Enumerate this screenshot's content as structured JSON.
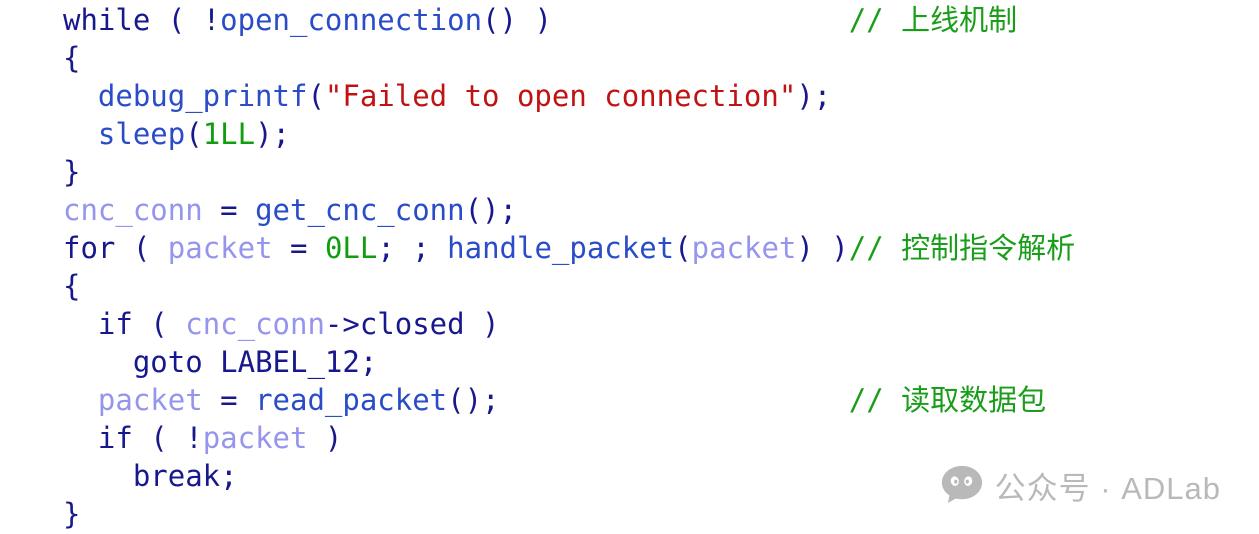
{
  "app": {
    "background": "#ffffff"
  },
  "code": {
    "language": "c-pseudocode",
    "token_colors": {
      "kw": "#18188e",
      "pl": "#18188e",
      "fn": "#2a4cc8",
      "var": "#9595ee",
      "num": "#109e10",
      "str": "#c01212",
      "cm": "#1a9e1a"
    },
    "lines": [
      {
        "tokens": [
          [
            "kw",
            "while"
          ],
          [
            "pl",
            " ( !"
          ],
          [
            "fn",
            "open_connection"
          ],
          [
            "pl",
            "() )"
          ],
          [
            "pl",
            "                 "
          ],
          [
            "cm",
            "// 上线机制"
          ]
        ]
      },
      {
        "tokens": [
          [
            "pl",
            "{"
          ]
        ]
      },
      {
        "tokens": [
          [
            "pl",
            "  "
          ],
          [
            "fn",
            "debug_printf"
          ],
          [
            "pl",
            "("
          ],
          [
            "str",
            "\"Failed to open connection\""
          ],
          [
            "pl",
            ");"
          ]
        ]
      },
      {
        "tokens": [
          [
            "pl",
            "  "
          ],
          [
            "fn",
            "sleep"
          ],
          [
            "pl",
            "("
          ],
          [
            "num",
            "1LL"
          ],
          [
            "pl",
            ");"
          ]
        ]
      },
      {
        "tokens": [
          [
            "pl",
            "}"
          ]
        ]
      },
      {
        "tokens": [
          [
            "var",
            "cnc_conn"
          ],
          [
            "pl",
            " = "
          ],
          [
            "fn",
            "get_cnc_conn"
          ],
          [
            "pl",
            "();"
          ]
        ]
      },
      {
        "tokens": [
          [
            "kw",
            "for"
          ],
          [
            "pl",
            " ( "
          ],
          [
            "var",
            "packet"
          ],
          [
            "pl",
            " = "
          ],
          [
            "num",
            "0LL"
          ],
          [
            "pl",
            "; ; "
          ],
          [
            "fn",
            "handle_packet"
          ],
          [
            "pl",
            "("
          ],
          [
            "var",
            "packet"
          ],
          [
            "pl",
            ") )"
          ],
          [
            "cm",
            "// 控制指令解析"
          ]
        ]
      },
      {
        "tokens": [
          [
            "pl",
            "{"
          ]
        ]
      },
      {
        "tokens": [
          [
            "pl",
            "  "
          ],
          [
            "kw",
            "if"
          ],
          [
            "pl",
            " ( "
          ],
          [
            "var",
            "cnc_conn"
          ],
          [
            "pl",
            "->closed )"
          ]
        ]
      },
      {
        "tokens": [
          [
            "pl",
            "    "
          ],
          [
            "kw",
            "goto"
          ],
          [
            "pl",
            " LABEL_12;"
          ]
        ]
      },
      {
        "tokens": [
          [
            "pl",
            "  "
          ],
          [
            "var",
            "packet"
          ],
          [
            "pl",
            " = "
          ],
          [
            "fn",
            "read_packet"
          ],
          [
            "pl",
            "();"
          ],
          [
            "pl",
            "                    "
          ],
          [
            "cm",
            "// 读取数据包"
          ]
        ]
      },
      {
        "tokens": [
          [
            "pl",
            "  "
          ],
          [
            "kw",
            "if"
          ],
          [
            "pl",
            " ( !"
          ],
          [
            "var",
            "packet"
          ],
          [
            "pl",
            " )"
          ]
        ]
      },
      {
        "tokens": [
          [
            "pl",
            "    "
          ],
          [
            "kw",
            "break"
          ],
          [
            "pl",
            ";"
          ]
        ]
      },
      {
        "tokens": [
          [
            "pl",
            "}"
          ]
        ]
      }
    ]
  },
  "watermark": {
    "icon": "wechat-official-account-icon",
    "text": "公众号 · ADLab",
    "color": "#b9b9b9"
  }
}
